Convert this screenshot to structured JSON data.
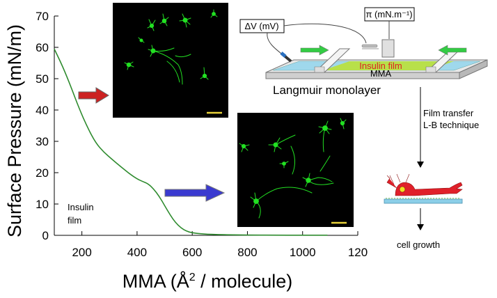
{
  "chart_data": {
    "type": "line",
    "xlabel_main": "MMA (Å",
    "xlabel_sup": "2",
    "xlabel_rest": " / molecule)",
    "ylabel": "Surface Pressure (mN/m)",
    "xlim": [
      100,
      1200
    ],
    "ylim": [
      0,
      70
    ],
    "x_ticks": [
      "200",
      "400",
      "600",
      "800",
      "1000",
      "120"
    ],
    "x_tick_values": [
      200,
      400,
      600,
      800,
      1000,
      1200
    ],
    "y_ticks": [
      "0",
      "10",
      "20",
      "30",
      "40",
      "50",
      "60",
      "70"
    ],
    "y_tick_values": [
      0,
      10,
      20,
      30,
      40,
      50,
      60,
      70
    ],
    "series": [
      {
        "color": "#2e8b2e",
        "x": [
          100,
          130,
          160,
          190,
          220,
          250,
          280,
          310,
          340,
          370,
          400,
          420,
          440,
          460,
          480,
          500,
          520,
          540,
          560,
          580,
          600,
          640,
          700,
          800,
          900,
          1000,
          1090
        ],
        "y": [
          59.5,
          54,
          47.5,
          40.5,
          34.5,
          29.5,
          26.5,
          24.2,
          22,
          19.8,
          18,
          17.2,
          16.5,
          14.8,
          12.5,
          9.5,
          6.5,
          4,
          2.3,
          1.3,
          0.8,
          0.4,
          0.2,
          0.1,
          0.05,
          0.05,
          0.05
        ]
      }
    ],
    "annotation": [
      "Insulin",
      "film"
    ]
  },
  "diagram": {
    "delta_v_label": "ΔV (mV)",
    "pi_label": "π (mN.m⁻¹)",
    "film_label": "Insulin film",
    "mma_label": "MMA",
    "langmuir_label": "Langmuir monolayer",
    "transfer_line1": "Film transfer",
    "transfer_line2": "L-B technique",
    "growth_label": "cell growth"
  },
  "colors": {
    "curve": "#2e8b2e",
    "red_arrow": "#cc2222",
    "blue_arrow": "#3a3ad0",
    "film_fill": "#b8e04a",
    "film_text": "#dd2222",
    "water": "#9fd8ec",
    "green_arrow": "#33cc44",
    "neuron": "#22e022",
    "scale_bar": "#e8d23a",
    "cell_red": "#e0202a",
    "substrate": "#8ccfe8"
  },
  "icons": {
    "red_arrow": "arrow-right",
    "blue_arrow": "arrow-right",
    "electrode": "probe-icon"
  }
}
